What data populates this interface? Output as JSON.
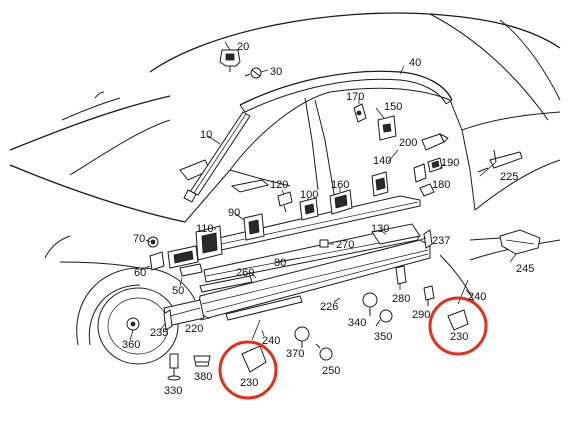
{
  "diagram": {
    "highlight_color": "#e0301e",
    "line_color": "#1a1a1a",
    "labels": {
      "p10": "10",
      "p20": "20",
      "p30": "30",
      "p40": "40",
      "p50": "50",
      "p60": "60",
      "p70": "70",
      "p80": "80",
      "p90": "90",
      "p100": "100",
      "p110": "110",
      "p120": "120",
      "p130": "130",
      "p140": "140",
      "p150": "150",
      "p160": "160",
      "p170": "170",
      "p180": "180",
      "p190": "190",
      "p200": "200",
      "p220": "220",
      "p225": "225",
      "p226": "226",
      "p230a": "230",
      "p230b": "230",
      "p235": "235",
      "p237": "237",
      "p240a": "240",
      "p240b": "240",
      "p245": "245",
      "p250": "250",
      "p260": "260",
      "p270": "270",
      "p280": "280",
      "p290": "290",
      "p330": "330",
      "p340": "340",
      "p350": "350",
      "p360": "360",
      "p370": "370",
      "p380": "380"
    }
  }
}
